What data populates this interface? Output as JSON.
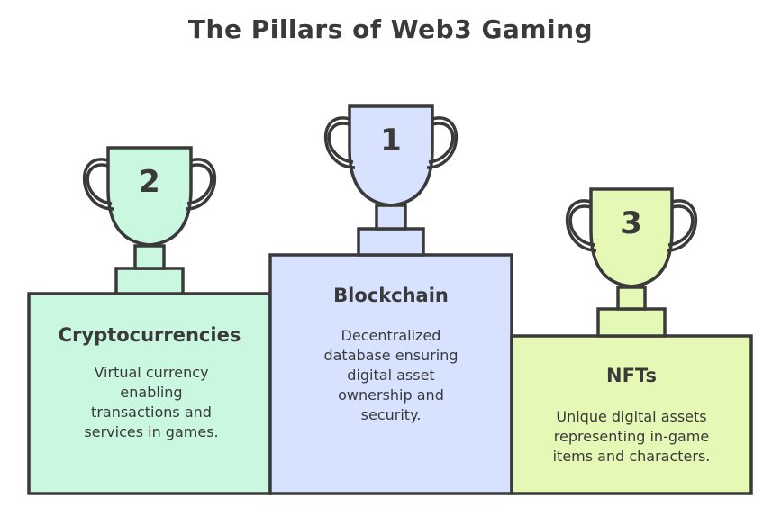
{
  "title": "The Pillars of Web3 Gaming",
  "colors": {
    "green": "#c9f7df",
    "blue": "#d6e2ff",
    "lime": "#e6f8b6",
    "stroke": "#3a3a3a"
  },
  "pillars": [
    {
      "rank": "2",
      "heading": "Cryptocurrencies",
      "description": "Virtual currency enabling transactions and services in games.",
      "color": "green"
    },
    {
      "rank": "1",
      "heading": "Blockchain",
      "description": "Decentralized database ensuring digital asset ownership and security.",
      "color": "blue"
    },
    {
      "rank": "3",
      "heading": "NFTs",
      "description": "Unique digital assets representing in-game items and characters.",
      "color": "lime"
    }
  ]
}
